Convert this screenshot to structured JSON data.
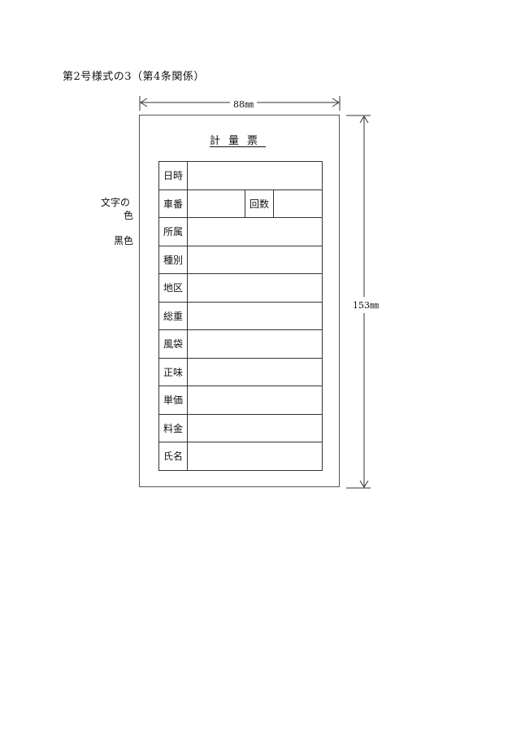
{
  "header": {
    "form_reference": "第2号様式の3（第4条関係）"
  },
  "dimensions": {
    "width_label": "88㎜",
    "height_label": "153㎜"
  },
  "side_notes": {
    "text_color_heading_line1": "文字の",
    "text_color_heading_line2": "色",
    "text_color_value": "黒色"
  },
  "card": {
    "title": "計量票",
    "rows": [
      {
        "label": "日時"
      },
      {
        "label": "車番",
        "sub_label": "回数"
      },
      {
        "label": "所属"
      },
      {
        "label": "種別"
      },
      {
        "label": "地区"
      },
      {
        "label": "総重"
      },
      {
        "label": "風袋"
      },
      {
        "label": "正味"
      },
      {
        "label": "単価"
      },
      {
        "label": "料金"
      },
      {
        "label": "氏名"
      }
    ]
  }
}
